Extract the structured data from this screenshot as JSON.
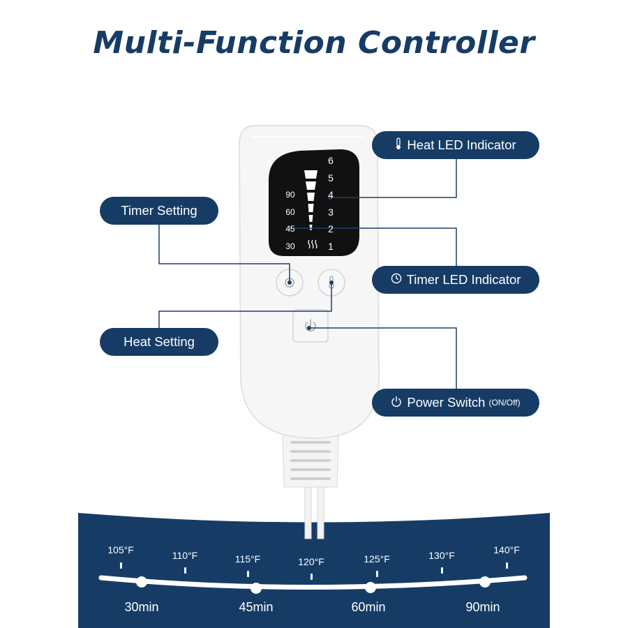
{
  "title": "Multi-Function Controller",
  "colors": {
    "brand": "#163c66",
    "device": "#f7f7f7",
    "display": "#111111"
  },
  "callouts": {
    "heat_led": {
      "label": "Heat LED Indicator",
      "icon": "thermometer-icon"
    },
    "timer_setting": {
      "label": "Timer Setting"
    },
    "timer_led": {
      "label": "Timer LED Indicator",
      "icon": "clock-icon"
    },
    "heat_setting": {
      "label": "Heat Setting"
    },
    "power_switch": {
      "label": "Power Switch",
      "sub": "(ON/Off)",
      "icon": "power-icon"
    }
  },
  "display": {
    "heat_levels": [
      "6",
      "5",
      "4",
      "3",
      "2",
      "1"
    ],
    "timer_levels": [
      "90",
      "60",
      "45",
      "30"
    ],
    "heat_icon": "heat-waves-icon"
  },
  "scale": {
    "temperatures": [
      "105°F",
      "110°F",
      "115°F",
      "120°F",
      "125°F",
      "130°F",
      "140°F"
    ],
    "times": [
      "30min",
      "45min",
      "60min",
      "90min"
    ]
  }
}
